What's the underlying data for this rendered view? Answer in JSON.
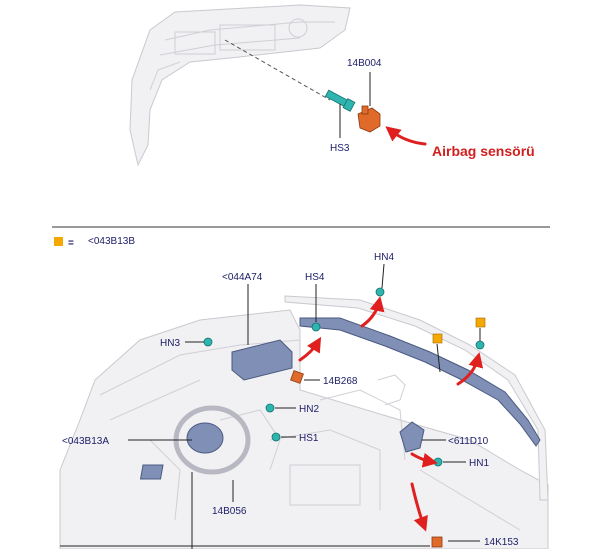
{
  "top": {
    "part_number": "14B004",
    "screw_code": "HS3",
    "callout": "Airbag sensörü",
    "colors": {
      "callout": "#d21e1e"
    }
  },
  "legend": {
    "symbol_color": "#f5a800",
    "equals": "=",
    "code": "<043B13B"
  },
  "labels": {
    "hn4": "HN4",
    "c044a74": "<044A74",
    "hs4": "HS4",
    "hn3": "HN3",
    "p14b268": "14B268",
    "hn2": "HN2",
    "hs1": "HS1",
    "c043b13a": "<043B13A",
    "c611d10": "<611D10",
    "hn1": "HN1",
    "p14b056": "14B056",
    "p14k153": "14K153"
  },
  "icons": [
    "teal-clip-icon",
    "orange-connector-icon",
    "red-arrow-icon",
    "legend-square-icon"
  ]
}
